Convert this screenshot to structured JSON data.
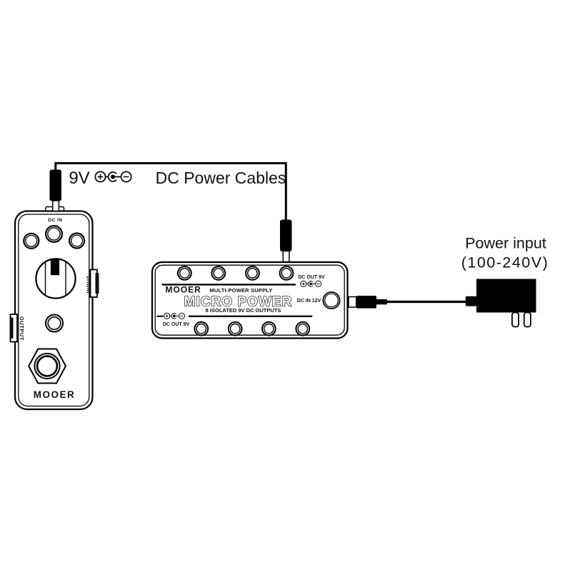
{
  "colors": {
    "background": "#ffffff",
    "line": "#000000"
  },
  "cable_callout": {
    "voltage": "9V",
    "label": "DC Power Cables"
  },
  "pedal": {
    "dc_in_label": "DC IN",
    "input_label": "INPUT",
    "output_label": "OUTPUT",
    "brand": "MOOER"
  },
  "psu": {
    "brand": "MOOER",
    "type_label": "MULTI-POWER SUPPLY",
    "name": "MICRO POWER",
    "outputs_label": "8 ISOLATED 9V DC OUTPUTS",
    "dc_out_top_label": "DC OUT 9V",
    "dc_out_bottom_label": "DC OUT 9V",
    "dc_in_label": "DC IN 12V"
  },
  "adapter": {
    "label_line1": "Power input",
    "label_line2": "(100-240V)"
  },
  "icons": {
    "polarity": "dc-center-negative-polarity-icon"
  }
}
